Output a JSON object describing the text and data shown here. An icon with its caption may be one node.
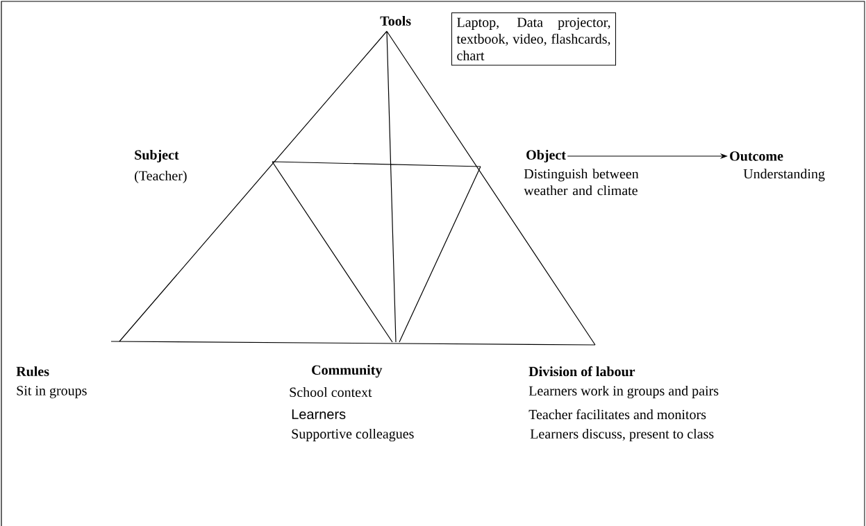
{
  "diagram": {
    "nodes": [
      {
        "text": [
          "Laptop, Data projector, textbook, video, flashcards, chart"
        ]
      },
      {
        "text": [
          "Object"
        ],
        "beside": [
          "Distinguish between weather and climate"
        ]
      },
      {
        "text": [
          "Outcome"
        ],
        "beside": [
          "Understanding"
        ]
      }
    ],
    "edges": [
      {
        "from": 1,
        "to": 2,
        "arrow": "to"
      }
    ],
    "labels": [
      "Tools",
      "Subject",
      "(Teacher)",
      "Rules",
      "Community",
      "Division of labour",
      "Sit in groups",
      "School context",
      "Learners work in groups and pairs",
      "Learners",
      "Teacher facilitates and monitors",
      "Supportive colleagues",
      "Learners discuss, present to class"
    ]
  }
}
